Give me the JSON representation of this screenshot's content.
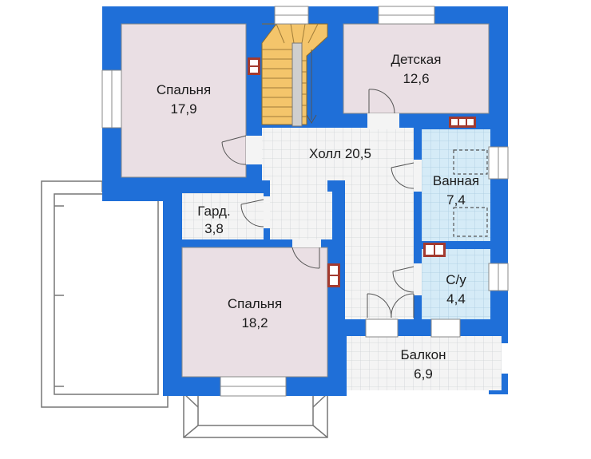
{
  "colors": {
    "wall": "#1f6fd8",
    "room_pink": "#eadfe4",
    "tile_blue": "#d6ecf7",
    "tile_grey": "#f3f3f3",
    "stair": "#f4c56b",
    "outline": "#666666",
    "vent": "#a33a2f"
  },
  "rooms": [
    {
      "id": "bedroom-1",
      "name": "Спальня",
      "area": "17,9"
    },
    {
      "id": "kids-room",
      "name": "Детская",
      "area": "12,6"
    },
    {
      "id": "hall",
      "name": "Холл",
      "area": "20,5"
    },
    {
      "id": "bathroom",
      "name": "Ванная",
      "area": "7,4"
    },
    {
      "id": "wardrobe",
      "name": "Гард.",
      "area": "3,8"
    },
    {
      "id": "bedroom-2",
      "name": "Спальня",
      "area": "18,2"
    },
    {
      "id": "wc",
      "name": "С/у",
      "area": "4,4"
    },
    {
      "id": "balcony",
      "name": "Балкон",
      "area": "6,9"
    }
  ],
  "hall_label": "Холл 20,5"
}
